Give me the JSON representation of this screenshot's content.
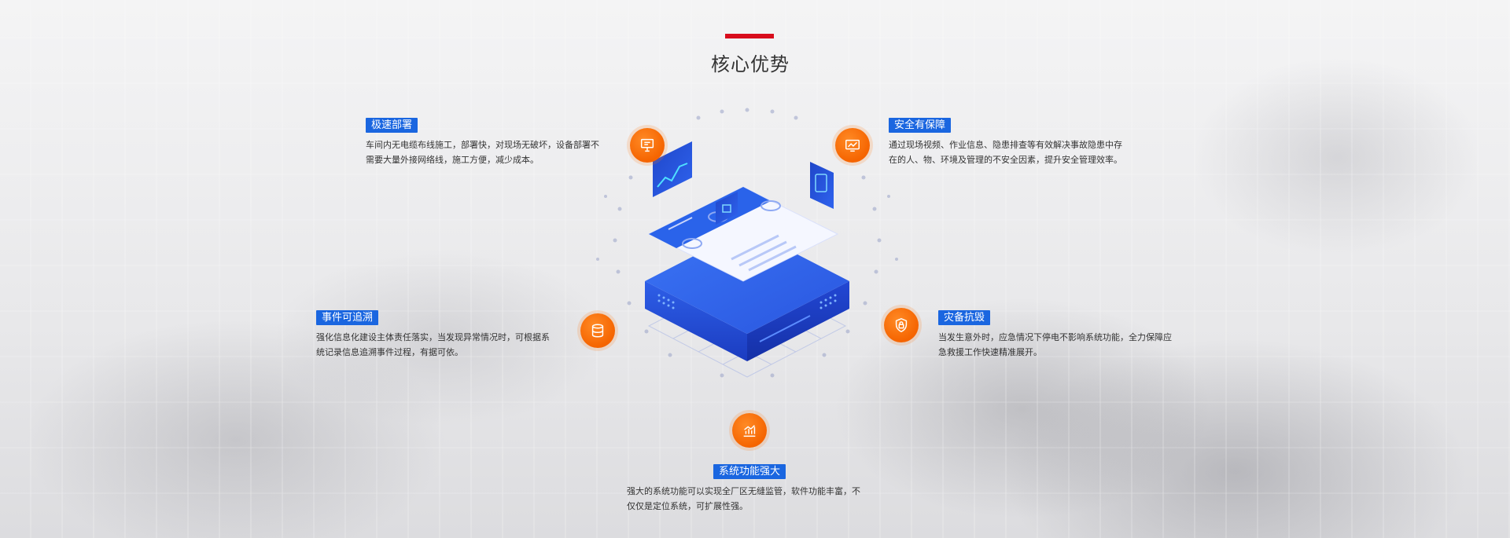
{
  "section": {
    "title": "核心优势"
  },
  "features": [
    {
      "key": "fast_deploy",
      "tag": "极速部署",
      "desc": [
        "车间内无电缆布线施工，部署快，对现场无破坏，设备部署不",
        "需要大量外接网络线，施工方便，减少成本。"
      ],
      "icon": "monitor-board-icon"
    },
    {
      "key": "safety",
      "tag": "安全有保障",
      "desc": [
        "通过现场视频、作业信息、隐患排查等有效解决事故隐患中存",
        "在的人、物、环境及管理的不安全因素，提升安全管理效率。"
      ],
      "icon": "screen-chart-icon"
    },
    {
      "key": "traceable",
      "tag": "事件可追溯",
      "desc": [
        "强化信息化建设主体责任落实，当发现异常情况时，可根据系",
        "统记录信息追溯事件过程，有据可依。"
      ],
      "icon": "database-icon"
    },
    {
      "key": "disaster",
      "tag": "灾备抗毁",
      "desc": [
        "当发生意外时，应急情况下停电不影响系统功能，全力保障应",
        "急救援工作快速精准展开。"
      ],
      "icon": "shield-lock-icon"
    },
    {
      "key": "powerful",
      "tag": "系统功能强大",
      "desc": [
        "强大的系统功能可以实现全厂区无缝监管，软件功能丰富，不",
        "仅仅是定位系统，可扩展性强。"
      ],
      "icon": "bar-chart-icon"
    }
  ],
  "colors": {
    "accent_red": "#d80d1c",
    "tag_blue": "#1a66e0",
    "icon_orange": "#f56400"
  }
}
